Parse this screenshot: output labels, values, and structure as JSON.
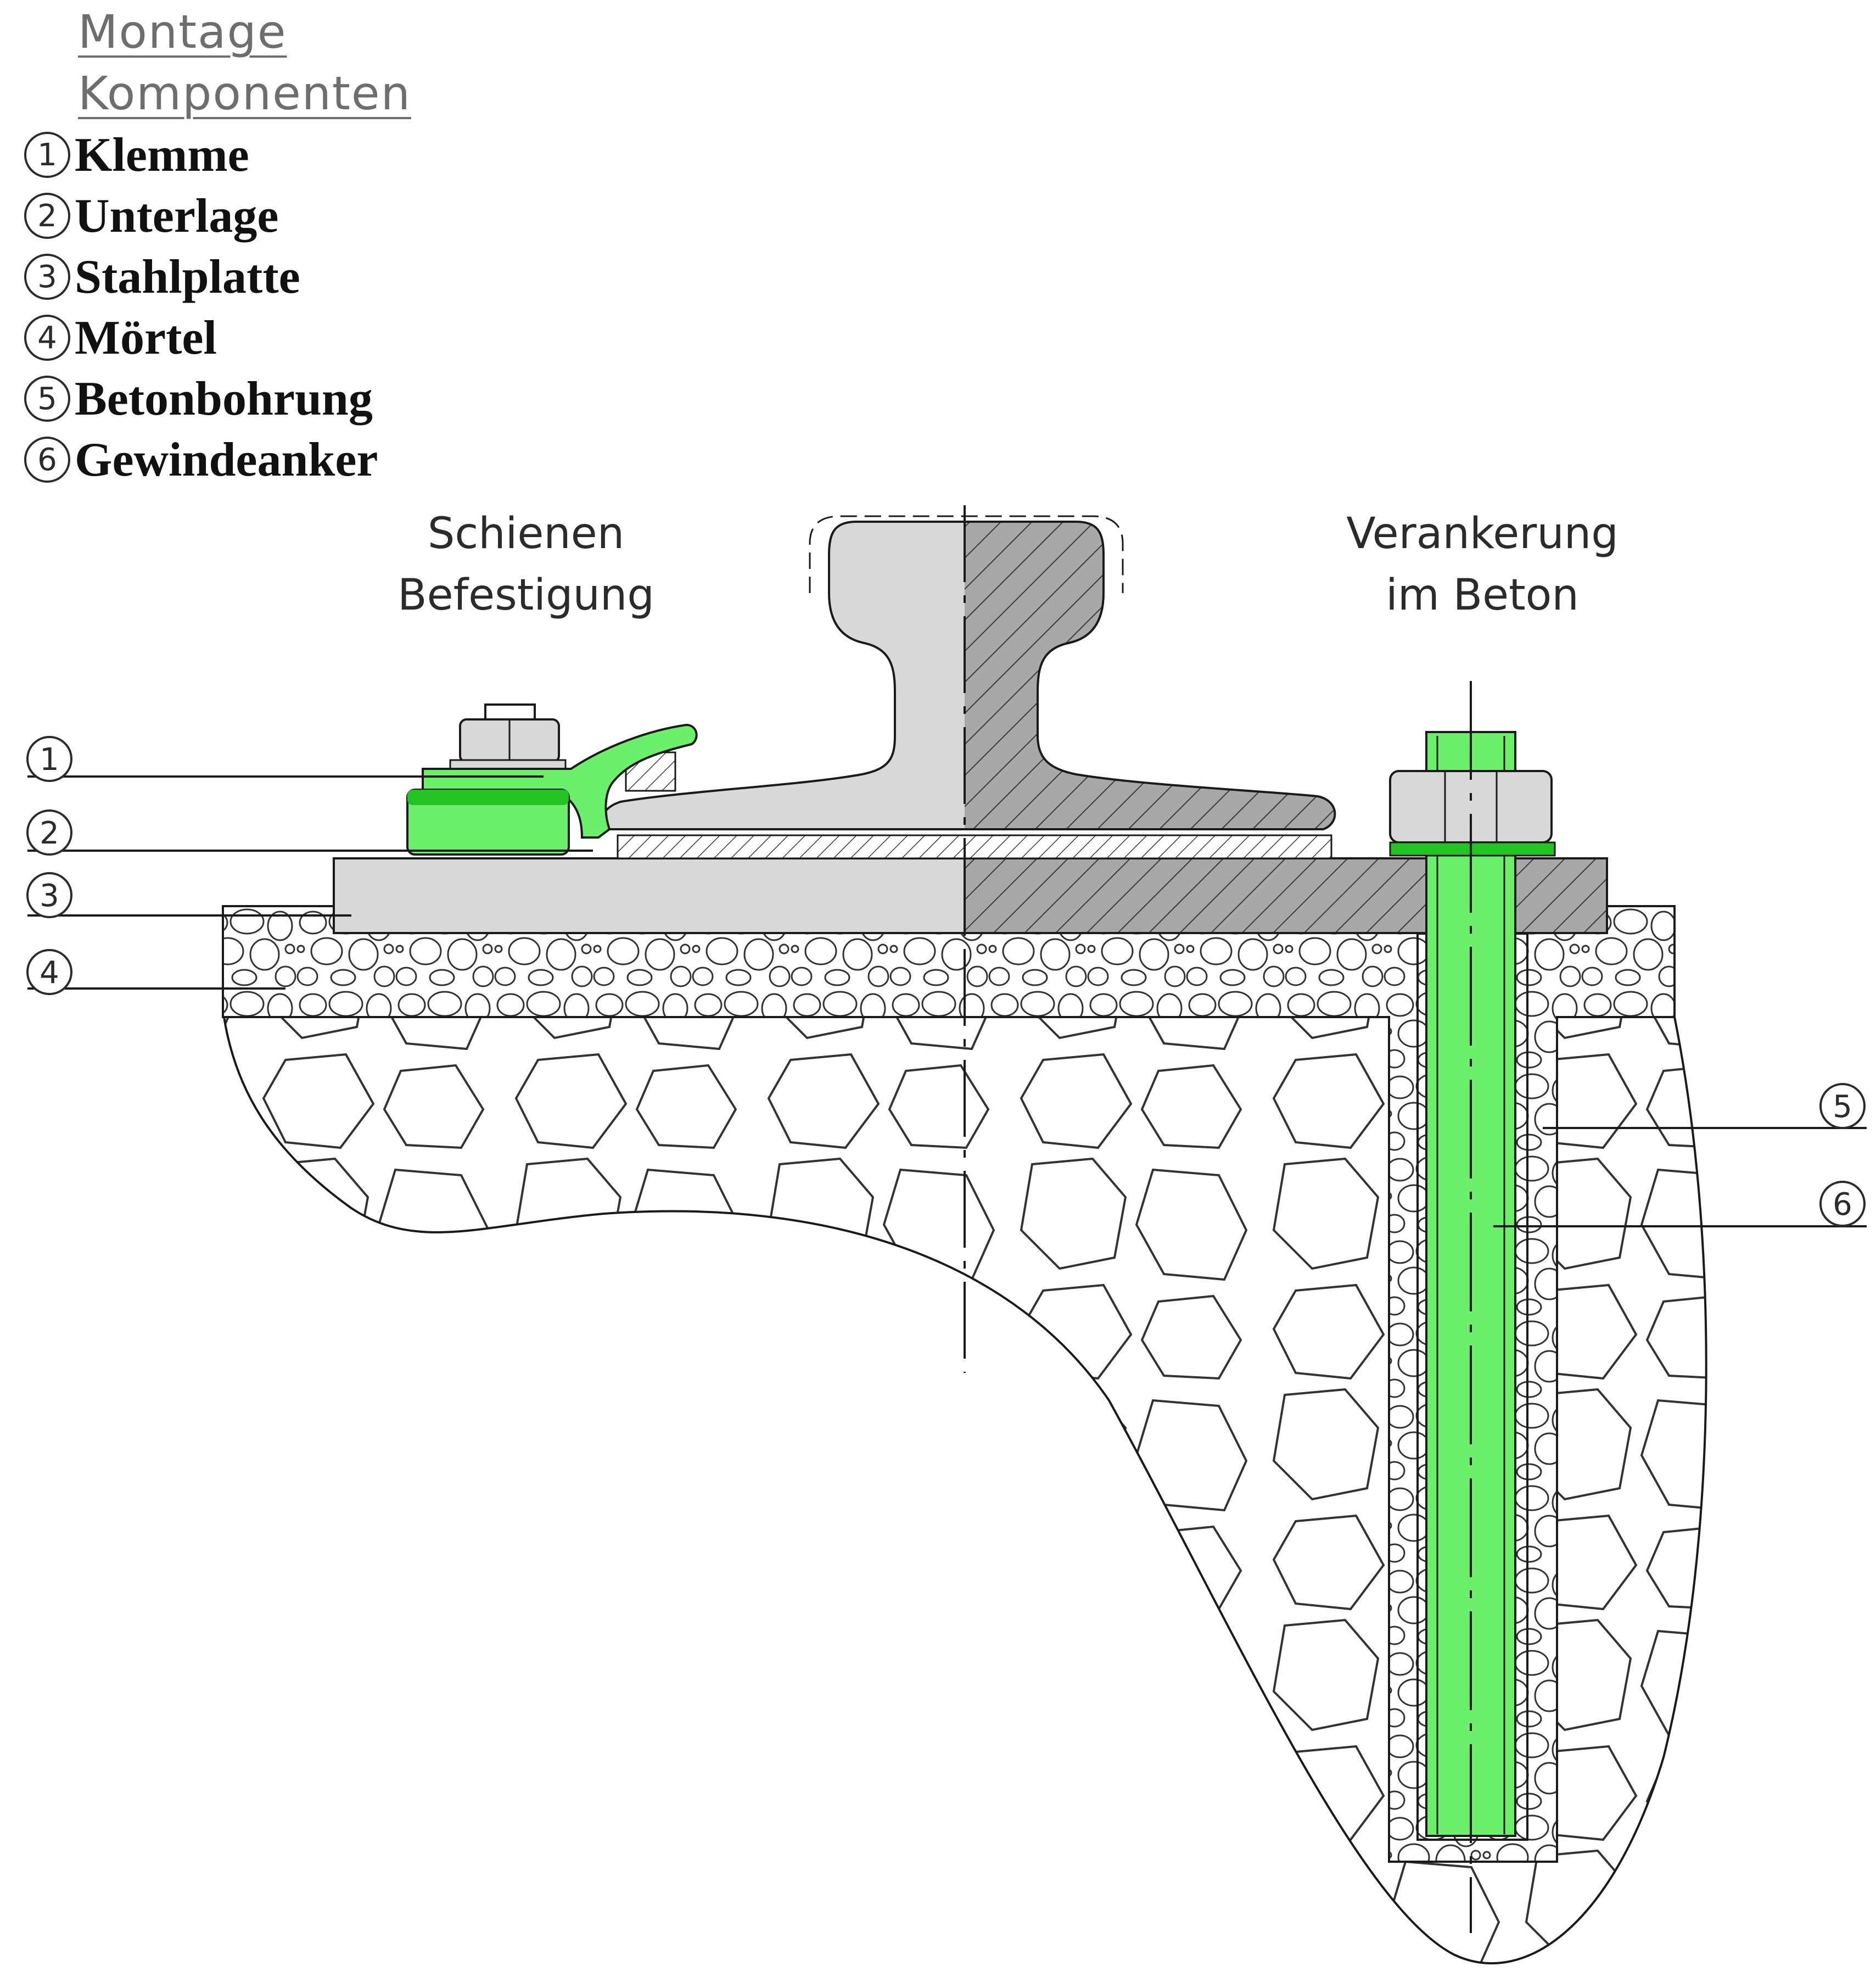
{
  "header": {
    "line1": "Montage",
    "line2": "Komponenten"
  },
  "legend": [
    {
      "num": "1",
      "label": "Klemme"
    },
    {
      "num": "2",
      "label": "Unterlage"
    },
    {
      "num": "3",
      "label": "Stahlplatte"
    },
    {
      "num": "4",
      "label": "Mörtel"
    },
    {
      "num": "5",
      "label": "Betonbohrung"
    },
    {
      "num": "6",
      "label": "Gewindeanker"
    }
  ],
  "diagram": {
    "left_title": [
      "Schienen",
      "Befestigung"
    ],
    "right_title": [
      "Verankerung",
      "im Beton"
    ],
    "callouts_left": [
      "1",
      "2",
      "3",
      "4"
    ],
    "callouts_right": [
      "5",
      "6"
    ]
  },
  "colors": {
    "highlight_green": "#6cf06c",
    "green_dark": "#22c322",
    "steel_light": "#d8d8d8",
    "steel_section": "#a8a8a8",
    "line": "#1a1a1a"
  }
}
